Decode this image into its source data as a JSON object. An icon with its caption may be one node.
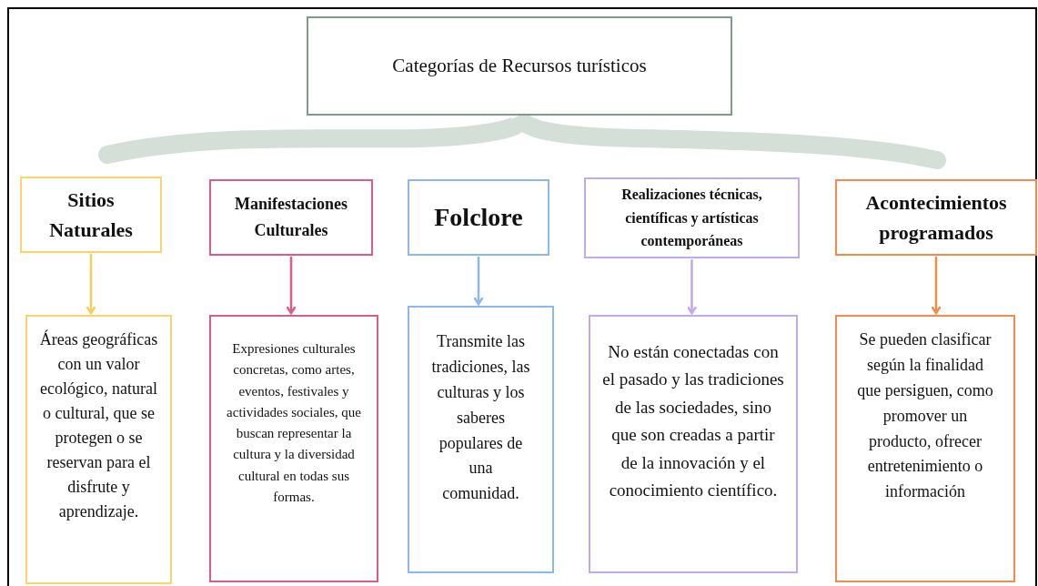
{
  "diagram": {
    "nodes": [
      {
        "text": [
          "Categorías de Recursos turísticos"
        ]
      },
      {
        "text": [
          "Sitios Naturales"
        ]
      },
      {
        "text": [
          "Manifestaciones Culturales"
        ]
      },
      {
        "text": [
          "Folclore"
        ]
      },
      {
        "text": [
          "Realizaciones técnicas, científicas y artísticas contemporáneas"
        ]
      },
      {
        "text": [
          "Acontecimientos programados"
        ]
      },
      {
        "text": [
          "Áreas geográficas con un valor ecológico, natural o cultural, que se protegen o se reservan para el disfrute y aprendizaje."
        ]
      },
      {
        "text": [
          "Expresiones culturales concretas, como artes, eventos, festivales y actividades sociales, que buscan representar la cultura y la diversidad cultural en todas sus formas."
        ]
      },
      {
        "text": [
          "Transmite las tradiciones, las culturas y los saberes populares de una comunidad."
        ]
      },
      {
        "text": [
          "No están conectadas con el pasado y las tradiciones de las sociedades, sino que son creadas a partir de la innovación y el conocimiento científico."
        ]
      },
      {
        "text": [
          "Se pueden clasificar según la finalidad que persiguen, como promover un producto, ofrecer entretenimiento o información"
        ]
      }
    ],
    "edges": [
      {
        "from": 1,
        "to": 6,
        "arrow": "to",
        "color": "#f7cd5e"
      },
      {
        "from": 2,
        "to": 7,
        "arrow": "to",
        "color": "#e0598b"
      },
      {
        "from": 3,
        "to": 8,
        "arrow": "to",
        "color": "#8bb8f0"
      },
      {
        "from": 4,
        "to": 9,
        "arrow": "to",
        "color": "#c3a9e8"
      },
      {
        "from": 5,
        "to": 10,
        "arrow": "to",
        "color": "#f48b4c"
      }
    ]
  }
}
